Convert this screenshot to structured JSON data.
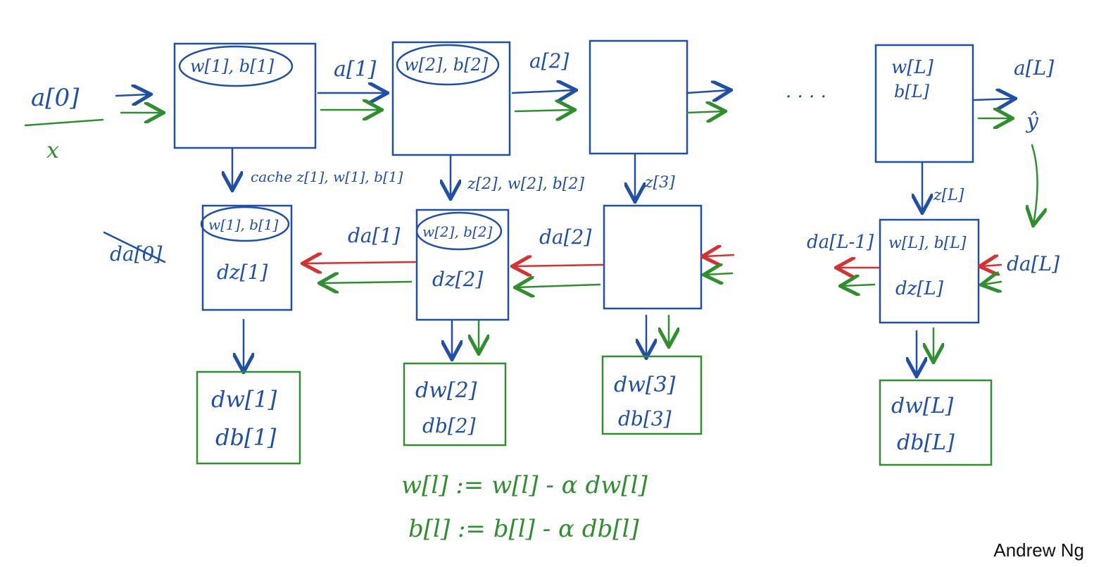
{
  "labels": {
    "a0": "a[0]",
    "x": "x",
    "a1": "a[1]",
    "a2": "a[2]",
    "aL": "a[L]",
    "yhat": "ŷ",
    "dots": "· · · ·",
    "cache1": "cache z[1], w[1], b[1]",
    "cache2": "z[2], w[2], b[2]",
    "cache3": "z[3]",
    "cacheL": "z[L]",
    "da0": "da[0]",
    "da1": "da[1]",
    "da2": "da[2]",
    "daLm1": "da[L-1]",
    "daL": "da[L]"
  },
  "forward_boxes": [
    {
      "line1": "w[1], b[1]",
      "line2": ""
    },
    {
      "line1": "w[2], b[2]",
      "line2": ""
    },
    {
      "line1": "",
      "line2": ""
    },
    {
      "line1": "w[L]",
      "line2": "b[L]"
    }
  ],
  "backward_boxes": [
    {
      "line1": "w[1], b[1]",
      "line2": "dz[1]"
    },
    {
      "line1": "w[2], b[2]",
      "line2": "dz[2]"
    },
    {
      "line1": "",
      "line2": ""
    },
    {
      "line1": "w[L], b[L]",
      "line2": "dz[L]"
    }
  ],
  "grad_boxes": [
    {
      "line1": "dw[1]",
      "line2": "db[1]"
    },
    {
      "line1": "dw[2]",
      "line2": "db[2]"
    },
    {
      "line1": "dw[3]",
      "line2": "db[3]"
    },
    {
      "line1": "dw[L]",
      "line2": "db[L]"
    }
  ],
  "update": {
    "w": "w[l] := w[l] - α dw[l]",
    "b": "b[l] := b[l] - α db[l]"
  },
  "credit": "Andrew Ng",
  "colors": {
    "forward": "#1f4fa8",
    "backward": "#d63030",
    "grad": "#2f8f2f"
  }
}
